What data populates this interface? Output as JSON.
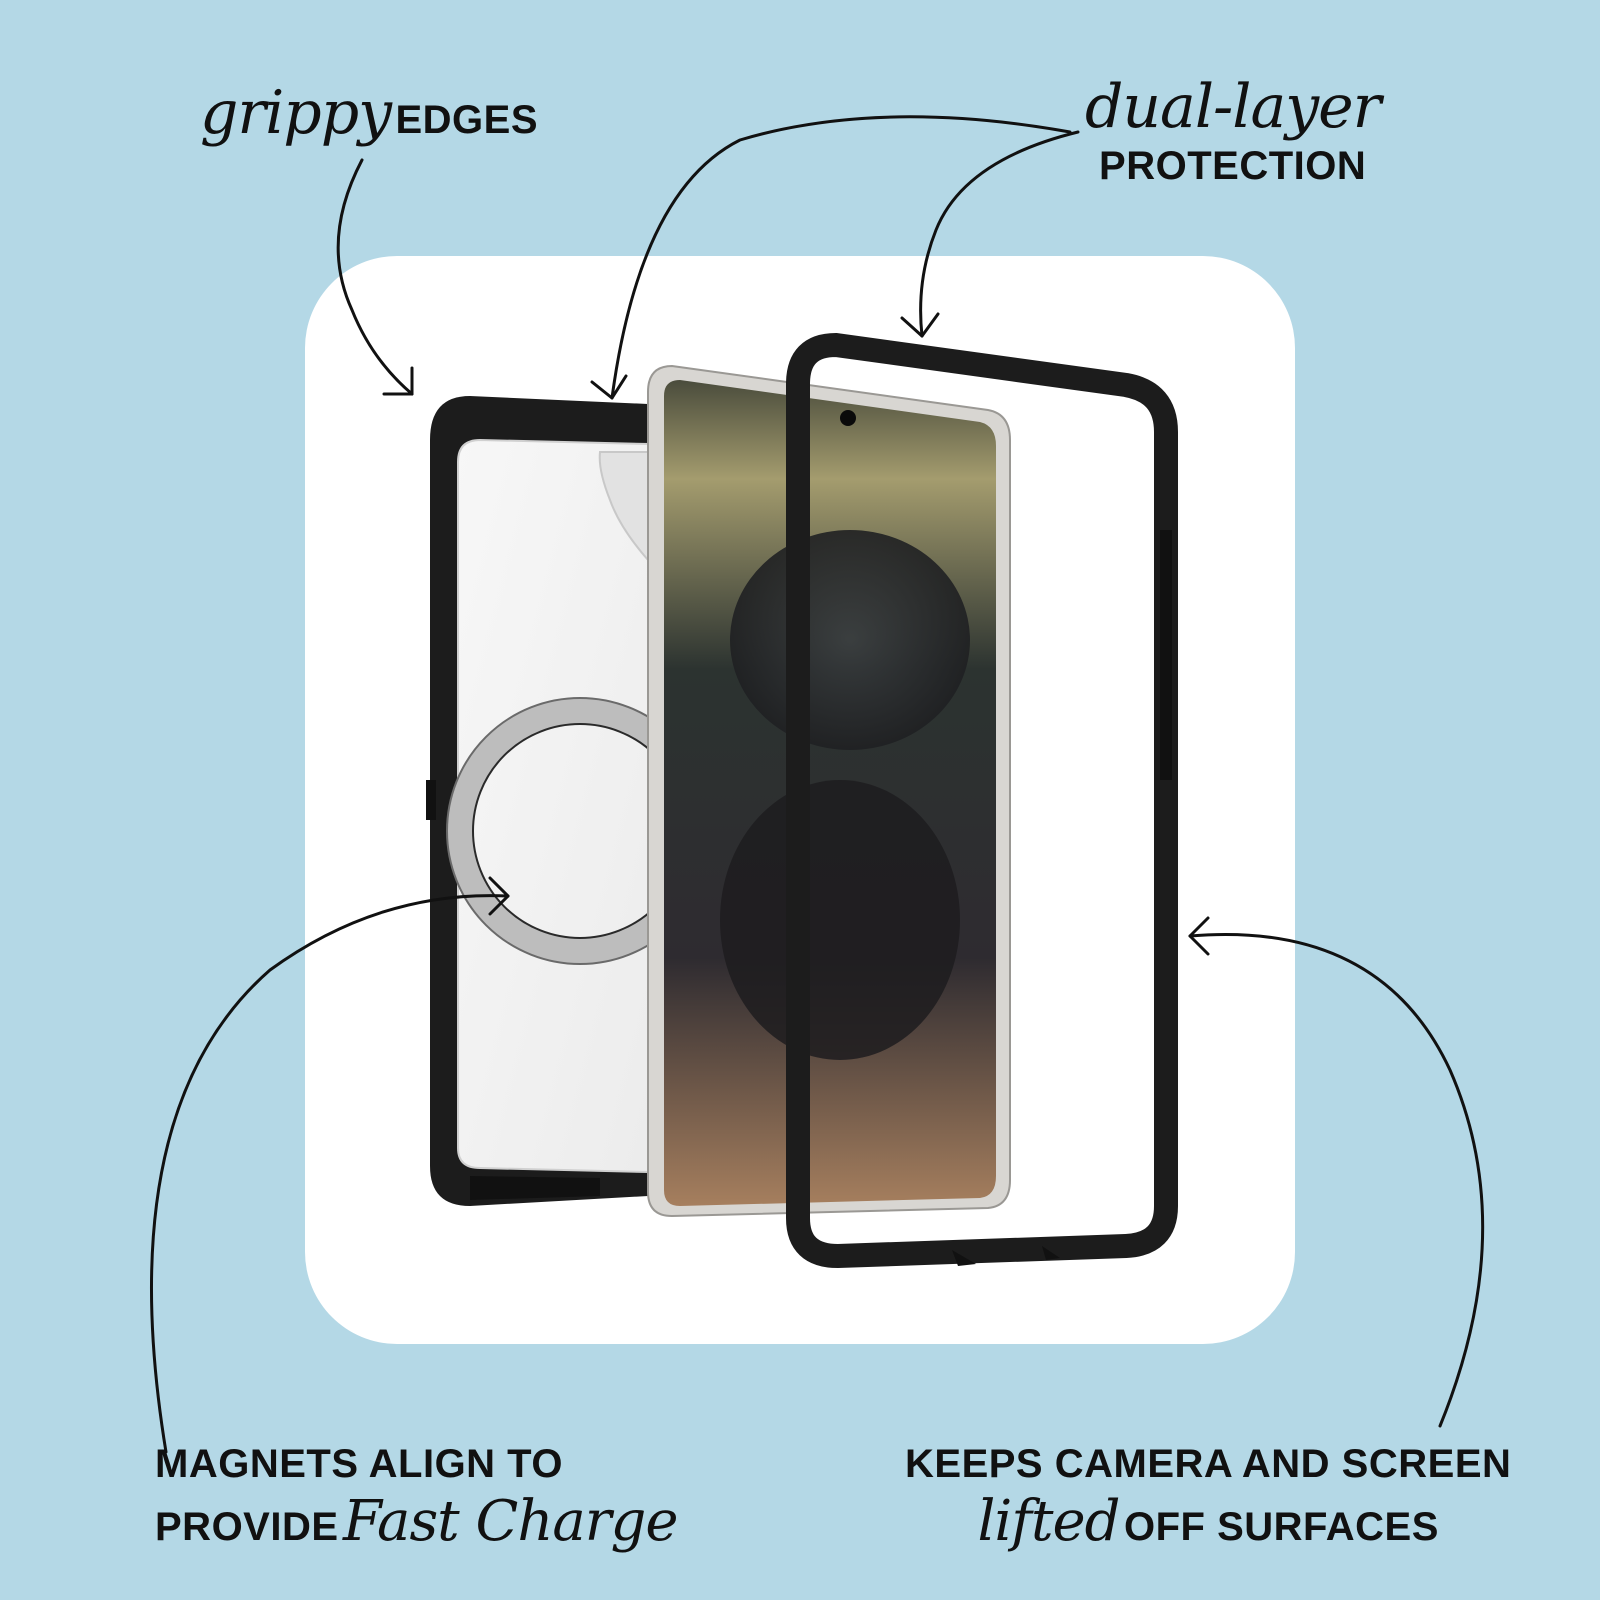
{
  "callouts": {
    "grippy": {
      "script": "grippy",
      "caps": "EDGES"
    },
    "dual_layer": {
      "script": "dual-layer",
      "caps": "PROTECTION"
    },
    "magnets": {
      "line1": "MAGNETS ALIGN TO",
      "line2_caps": "PROVIDE",
      "line2_script": "Fast Charge"
    },
    "keeps": {
      "line1": "KEEPS CAMERA AND SCREEN",
      "line2_script": "lifted",
      "line2_caps": "OFF SURFACES"
    }
  },
  "colors": {
    "background": "#b4d8e6",
    "card": "#ffffff",
    "ink": "#111111",
    "case_black": "#1c1c1c",
    "frame_silver": "#d8d6d2"
  },
  "illustration": {
    "components": [
      "clear-magsafe-back-case",
      "phone",
      "screen-frame-bumper"
    ],
    "arrows": [
      "grippy-arrow",
      "dual-layer-arrow-left",
      "dual-layer-arrow-right",
      "magnets-arrow",
      "lifted-arrow"
    ]
  }
}
